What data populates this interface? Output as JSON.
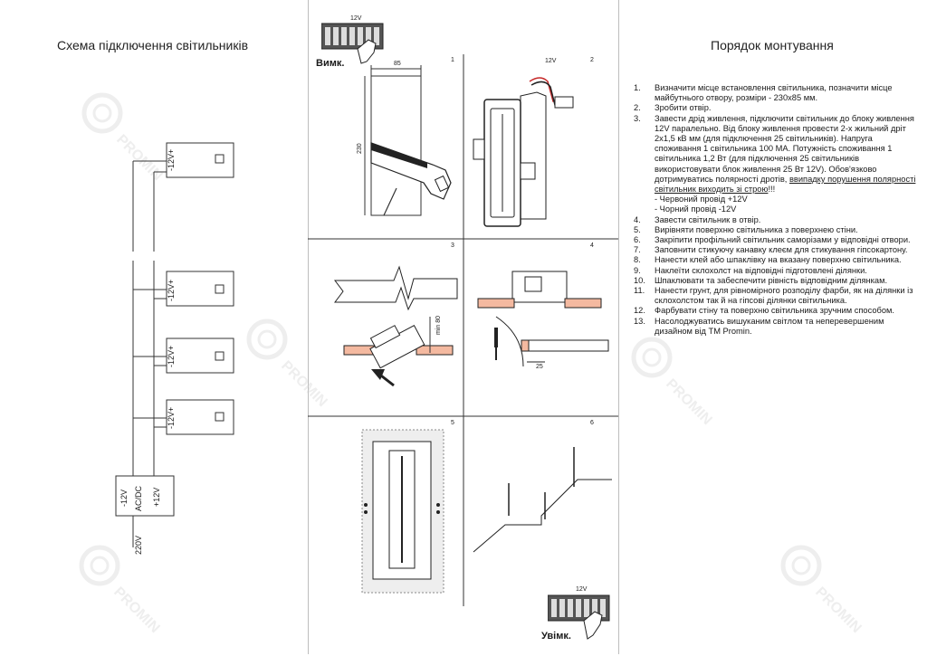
{
  "left": {
    "title": "Схема підключення світильників",
    "luminaire_label": "-12V+",
    "psu": {
      "minus": "-12V",
      "acdc": "AC/DC",
      "plus": "+12V",
      "mains": "220V"
    }
  },
  "middle": {
    "switch_off": "Вимк.",
    "switch_on": "Увімк.",
    "switch_voltage": "12V",
    "wire_voltage": "12V",
    "panel_numbers": [
      "1",
      "2",
      "3",
      "4",
      "5",
      "6"
    ],
    "dim_width": "85",
    "dim_height": "230",
    "dim_min": "min 80",
    "dim_25": "25"
  },
  "right": {
    "title": "Порядок монтування",
    "steps": [
      {
        "n": "1.",
        "text": "Визначити місце встановлення світильника, позначити місце майбутнього отвору, розміри - 230x85 мм."
      },
      {
        "n": "2.",
        "text": "Зробити отвір."
      },
      {
        "n": "3.",
        "text": "Завести дрід живлення, підключити світильник до блоку живлення 12V паралельно. Від блоку живлення провести 2-х жильний дріт 2x1,5 кВ мм (для підключення 25 світильників). Напруга споживання 1 світильника 100 МА. Потужність споживання 1 світильника 1,2 Вт (для підключення 25 світильників використовувати блок живлення 25 Вт 12V). Обов'язково дотримуватись полярності дротів, ",
        "text_u": "ввипадку порушення полярності світильник виходить зі строю",
        "text_end": "!!!"
      },
      {
        "n": "",
        "text": "- Червоний провід +12V",
        "sub": true
      },
      {
        "n": "",
        "text": "- Чорний провід -12V",
        "sub": true
      },
      {
        "n": "4.",
        "text": "Завести світильник в отвір."
      },
      {
        "n": "5.",
        "text": "Вирівняти поверхню світильника з поверхнею стіни."
      },
      {
        "n": "6.",
        "text": "Закріпити профільний світильник саморізами у відповідні отвори."
      },
      {
        "n": "7.",
        "text": "Заповнити стикуючу канавку клеєм для стикування гіпсокартону."
      },
      {
        "n": "8.",
        "text": "Нанести клей або шпаклівку на вказану поверхню світильника."
      },
      {
        "n": "9.",
        "text": "Наклеїти склохолст на відповідні підготовлені ділянки."
      },
      {
        "n": "10.",
        "text": "Шпаклювати та забеспечити рівність відповідним ділянкам."
      },
      {
        "n": "11.",
        "text": "Нанести грунт, для рівномірного розподілу фарби, як на ділянки із склохолстом так й на гіпсові ділянки світильника."
      },
      {
        "n": "12.",
        "text": "Фарбувати стіну та поверхню світильника зручним способом."
      },
      {
        "n": "13.",
        "text": "Насолоджуватись вишуканим світлом та неперевершеним дизайном від ТМ Promin."
      }
    ]
  },
  "watermark": "PROMIN",
  "colors": {
    "wall": "#f4b9a0",
    "line": "#333333",
    "watermark": "#d8d8d8"
  }
}
